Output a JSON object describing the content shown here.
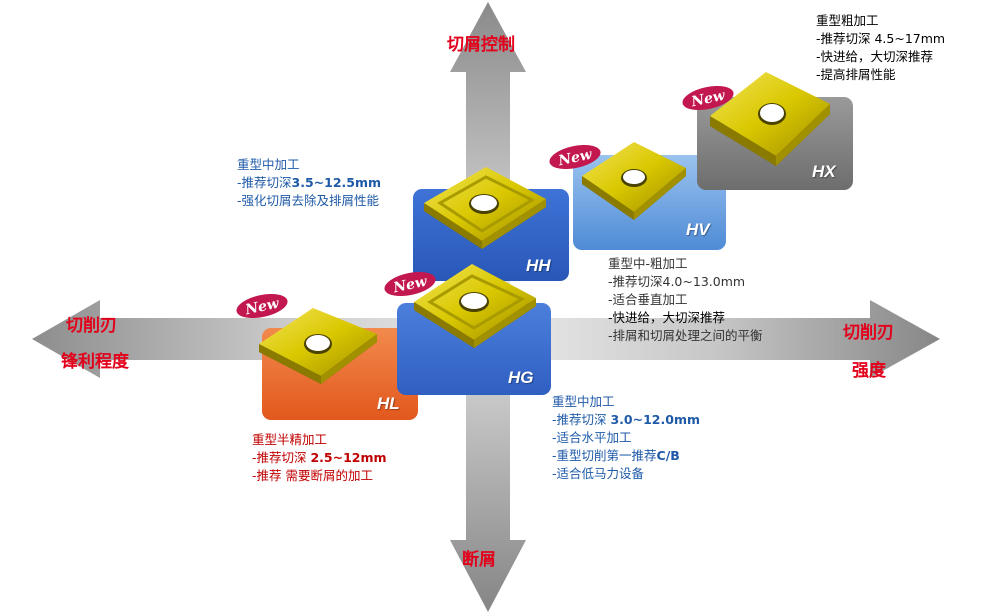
{
  "colors": {
    "axis_label": "#e3001b",
    "hl_panel": "#e8692b",
    "hh_panel": "#2f63c7",
    "hg_panel": "#3c6fd1",
    "hv_panel": "#5c9be0",
    "hx_panel": "#7d7d7d",
    "insert": "#d8c900",
    "hl_text": "#c00000",
    "blue_text": "#1f5aa8",
    "hx_text": "#000000"
  },
  "axes": {
    "top": "切屑控制",
    "bottom": "断屑",
    "left_line1": "切削刃",
    "left_line2": "锋利程度",
    "right_line1": "切削刃",
    "right_line2": "强度"
  },
  "badges": {
    "new": "New"
  },
  "inserts": [
    {
      "code": "HL",
      "new": true
    },
    {
      "code": "HH",
      "new": false
    },
    {
      "code": "HG",
      "new": true
    },
    {
      "code": "HV",
      "new": true
    },
    {
      "code": "HX",
      "new": true
    }
  ],
  "descriptions": {
    "hh": {
      "title": "重型中加工",
      "depth_prefix": "-推荐切深",
      "depth_value": "3.5~12.5mm",
      "line3": "-强化切屑去除及排屑性能"
    },
    "hl": {
      "title": "重型半精加工",
      "depth_prefix": "-推荐切深 ",
      "depth_value": "2.5~12mm",
      "line3": "-推荐 需要断屑的加工"
    },
    "hg": {
      "title": "重型中加工",
      "depth_prefix": "-推荐切深 ",
      "depth_value": "3.0~12.0mm",
      "line3": "-适合水平加工",
      "line4_prefix": "-重型切削第一推荐",
      "line4_value": "C/B",
      "line5": "-适合低马力设备"
    },
    "hv": {
      "title": "重型中-粗加工",
      "line2": " -推荐切深4.0~13.0mm",
      "line3": "-适合垂直加工",
      "line4": "-快进给，大切深推荐",
      "line5": "-排屑和切屑处理之间的平衡"
    },
    "hx": {
      "title": "重型粗加工",
      "line2": "-推荐切深 4.5~17mm",
      "line3": "-快进给，大切深推荐",
      "line4": "-提高排屑性能"
    }
  }
}
